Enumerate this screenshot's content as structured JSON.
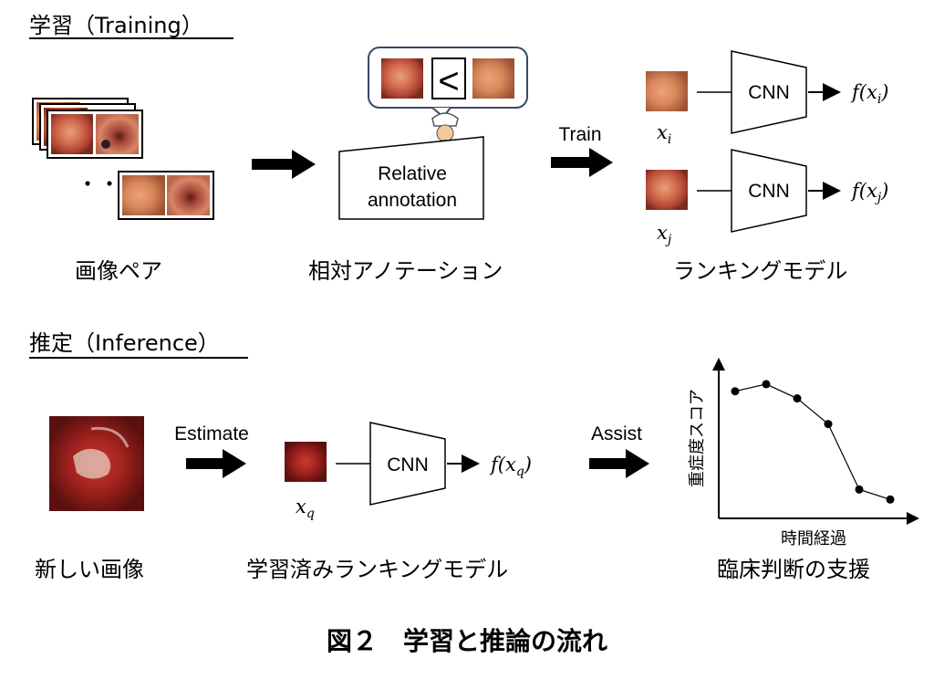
{
  "figure": {
    "caption": "図２　学習と推論の流れ"
  },
  "training": {
    "heading": "学習（Training）",
    "pairs_label": "画像ペア",
    "ellipsis": "・・・",
    "annotation_box_text": [
      "Relative",
      "annotation"
    ],
    "comparison_symbol": "<",
    "annotation_label": "相対アノテーション",
    "train_arrow_label": "Train",
    "model_label": "ランキングモデル",
    "cnn_top": {
      "block": "CNN",
      "input": "x_i",
      "output": "f(x_i)"
    },
    "cnn_bottom": {
      "block": "CNN",
      "input": "x_j",
      "output": "f(x_j)"
    }
  },
  "inference": {
    "heading": "推定（Inference）",
    "new_image_label": "新しい画像",
    "estimate_arrow_label": "Estimate",
    "cnn": {
      "block": "CNN",
      "input": "x_q",
      "output": "f(x_q)"
    },
    "trained_model_label": "学習済みランキングモデル",
    "assist_arrow_label": "Assist",
    "support_label": "臨床判断の支援",
    "plot": {
      "y_axis_label": "重症度スコア",
      "x_axis_label": "時間経過",
      "values": [
        0.88,
        0.93,
        0.83,
        0.65,
        0.19,
        0.12
      ]
    }
  },
  "colors": {
    "ink": "#000000",
    "endoscopy_pink": "#d9745a",
    "endoscopy_dark": "#8e2a22",
    "bleeding_red": "#b8262a"
  }
}
